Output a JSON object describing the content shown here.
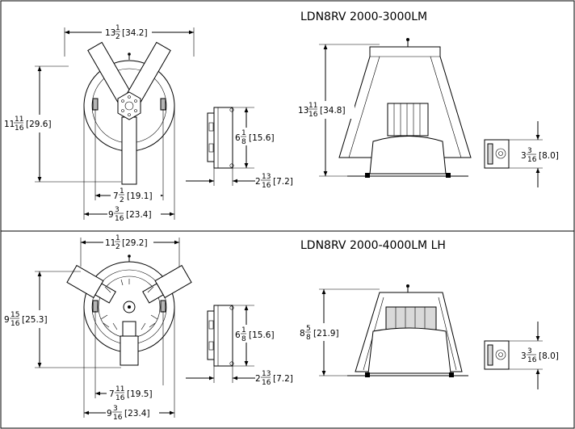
{
  "sections": [
    {
      "title": "LDN8RV 2000-3000LM",
      "dims": {
        "top_width": {
          "whole": "13",
          "num": "1",
          "den": "2",
          "metric": "[34.2]"
        },
        "left_height": {
          "whole": "11",
          "num": "11",
          "den": "16",
          "metric": "[29.6]"
        },
        "inner_width": {
          "whole": "7",
          "num": "1",
          "den": "2",
          "metric": "[19.1]"
        },
        "outer_width": {
          "whole": "9",
          "num": "3",
          "den": "16",
          "metric": "[23.4]"
        },
        "box_height": {
          "whole": "6",
          "num": "1",
          "den": "8",
          "metric": "[15.6]"
        },
        "box_depth": {
          "whole": "2",
          "num": "13",
          "den": "16",
          "metric": "[7.2]"
        },
        "side_height": {
          "whole": "13",
          "num": "11",
          "den": "16",
          "metric": "[34.8]"
        },
        "small_height": {
          "whole": "3",
          "num": "3",
          "den": "16",
          "metric": "[8.0]"
        }
      }
    },
    {
      "title": "LDN8RV 2000-4000LM LH",
      "dims": {
        "top_width": {
          "whole": "11",
          "num": "1",
          "den": "2",
          "metric": "[29.2]"
        },
        "left_height": {
          "whole": "9",
          "num": "15",
          "den": "16",
          "metric": "[25.3]"
        },
        "inner_width": {
          "whole": "7",
          "num": "11",
          "den": "16",
          "metric": "[19.5]"
        },
        "outer_width": {
          "whole": "9",
          "num": "3",
          "den": "16",
          "metric": "[23.4]"
        },
        "box_height": {
          "whole": "6",
          "num": "1",
          "den": "8",
          "metric": "[15.6]"
        },
        "box_depth": {
          "whole": "2",
          "num": "13",
          "den": "16",
          "metric": "[7.2]"
        },
        "side_height": {
          "whole": "8",
          "num": "5",
          "den": "8",
          "metric": "[21.9]"
        },
        "small_height": {
          "whole": "3",
          "num": "3",
          "den": "16",
          "metric": "[8.0]"
        }
      }
    }
  ]
}
